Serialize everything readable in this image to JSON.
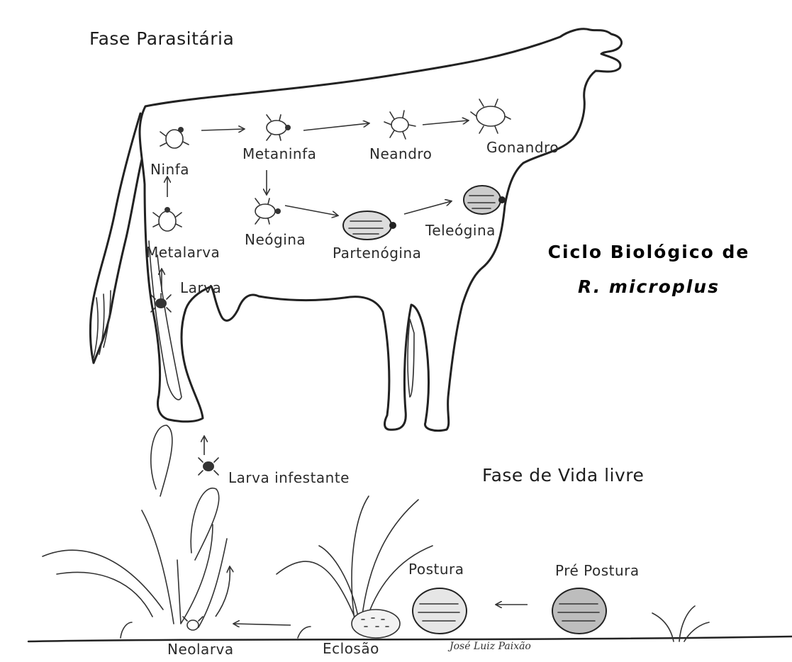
{
  "title": {
    "line1": "Ciclo Biológico de",
    "line2": "R. microplus"
  },
  "phases": {
    "parasitic": "Fase Parasitária",
    "free_living": "Fase de Vida livre"
  },
  "stages": {
    "larva": "Larva",
    "metalarva": "Metalarva",
    "ninfa": "Ninfa",
    "metaninfa": "Metaninfa",
    "neandro": "Neandro",
    "gonandro": "Gonandro",
    "neogina": "Neógina",
    "partenogina": "Partenógina",
    "teleogina": "Teleógina",
    "larva_infestante": "Larva infestante",
    "pre_postura": "Pré Postura",
    "postura": "Postura",
    "eclosao": "Eclosão",
    "neolarva": "Neolarva"
  },
  "signature": "José Luiz Paixão"
}
